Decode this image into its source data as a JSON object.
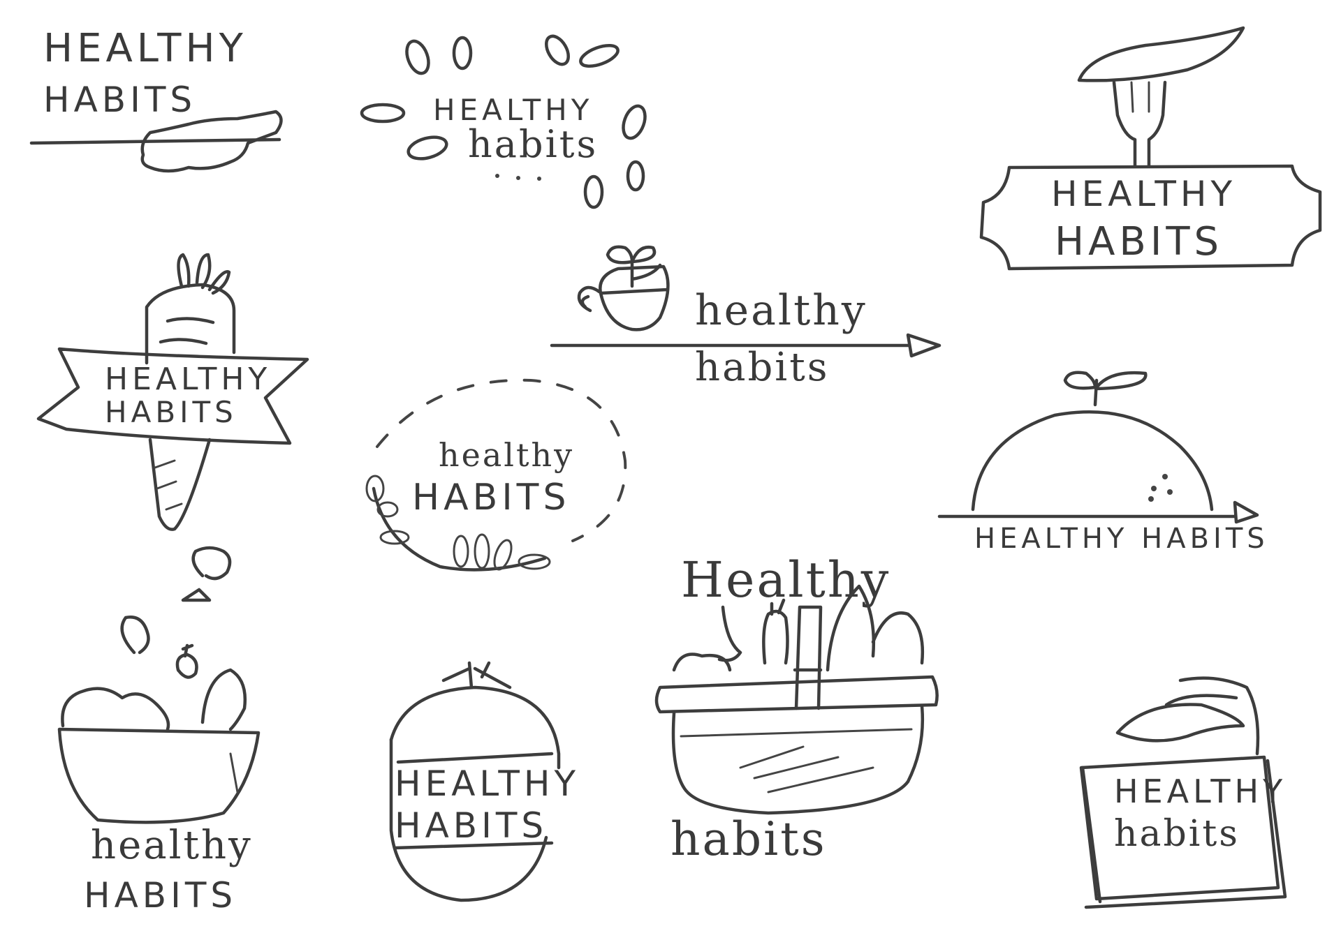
{
  "ink_color": "#3d3d3d",
  "background_color": "#ffffff",
  "sketches": [
    {
      "id": "leaf-line",
      "line1": "HEALTHY",
      "line2": "HABITS",
      "icon": "leaf-icon"
    },
    {
      "id": "droplets",
      "line1": "HEALTHY",
      "line2": "habits",
      "icon": "droplets-icon"
    },
    {
      "id": "fork-plaque",
      "line1": "HEALTHY",
      "line2": "HABITS",
      "icon": "fork-icon"
    },
    {
      "id": "carrot-ribbon",
      "line1": "HEALTHY",
      "line2": "HABITS",
      "icon": "carrot-icon"
    },
    {
      "id": "cup-arrow",
      "line1": "healthy",
      "line2": "habits",
      "icon": "sprout-cup-icon"
    },
    {
      "id": "dashed-wreath",
      "line1": "healthy",
      "line2": "HABITS",
      "icon": "wreath-icon"
    },
    {
      "id": "cloche",
      "line1": "HEALTHY HABITS",
      "icon": "cloche-icon"
    },
    {
      "id": "salad-bowl",
      "line1": "healthy",
      "line2": "HABITS",
      "icon": "salad-bowl-icon"
    },
    {
      "id": "tomato",
      "line1": "HEALTHY",
      "line2": "HABITS",
      "icon": "tomato-icon"
    },
    {
      "id": "basket",
      "line1": "Healthy",
      "line2": "habits",
      "icon": "basket-icon"
    },
    {
      "id": "bag",
      "line1": "HEALTHY",
      "line2": "habits",
      "icon": "bag-icon"
    }
  ]
}
